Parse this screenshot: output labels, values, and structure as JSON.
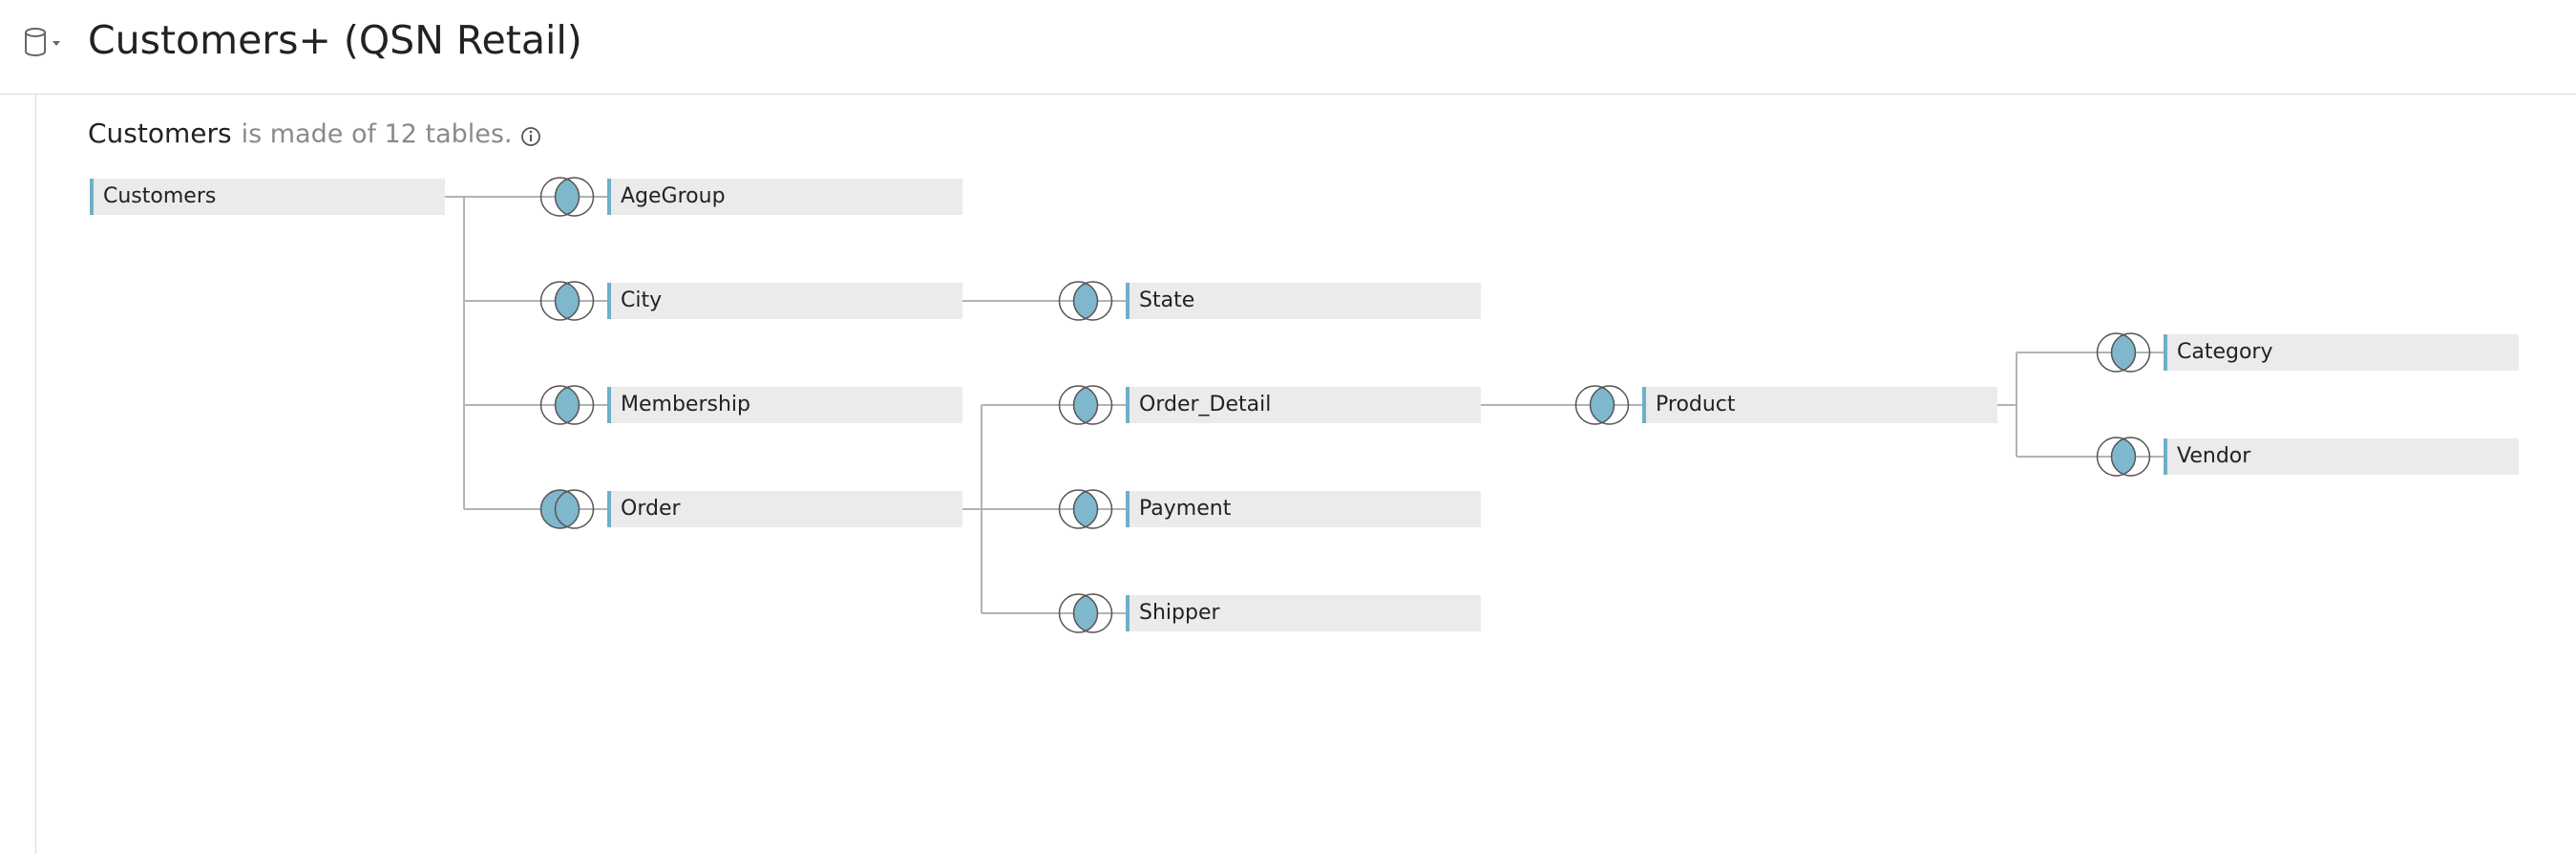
{
  "header": {
    "title": "Customers+ (QSN Retail)",
    "datasource_icon": "database-icon",
    "dropdown_icon": "caret-down-icon"
  },
  "summary": {
    "table": "Customers",
    "text": "is made of 12 tables.",
    "info_icon": "info-icon"
  },
  "colors": {
    "accent": "#6fb0c8",
    "table_bg": "#ebebeb",
    "connector": "#b3b3b3",
    "join_fill": "#7fb7cc"
  },
  "tables": [
    {
      "id": "customers",
      "name": "Customers"
    },
    {
      "id": "agegroup",
      "name": "AgeGroup",
      "parent": "customers",
      "join": "inner"
    },
    {
      "id": "city",
      "name": "City",
      "parent": "customers",
      "join": "inner"
    },
    {
      "id": "membership",
      "name": "Membership",
      "parent": "customers",
      "join": "inner"
    },
    {
      "id": "order",
      "name": "Order",
      "parent": "customers",
      "join": "left"
    },
    {
      "id": "state",
      "name": "State",
      "parent": "city",
      "join": "inner"
    },
    {
      "id": "order_detail",
      "name": "Order_Detail",
      "parent": "order",
      "join": "inner"
    },
    {
      "id": "payment",
      "name": "Payment",
      "parent": "order",
      "join": "inner"
    },
    {
      "id": "shipper",
      "name": "Shipper",
      "parent": "order",
      "join": "inner"
    },
    {
      "id": "product",
      "name": "Product",
      "parent": "order_detail",
      "join": "inner"
    },
    {
      "id": "category",
      "name": "Category",
      "parent": "product",
      "join": "inner"
    },
    {
      "id": "vendor",
      "name": "Vendor",
      "parent": "product",
      "join": "inner"
    }
  ]
}
